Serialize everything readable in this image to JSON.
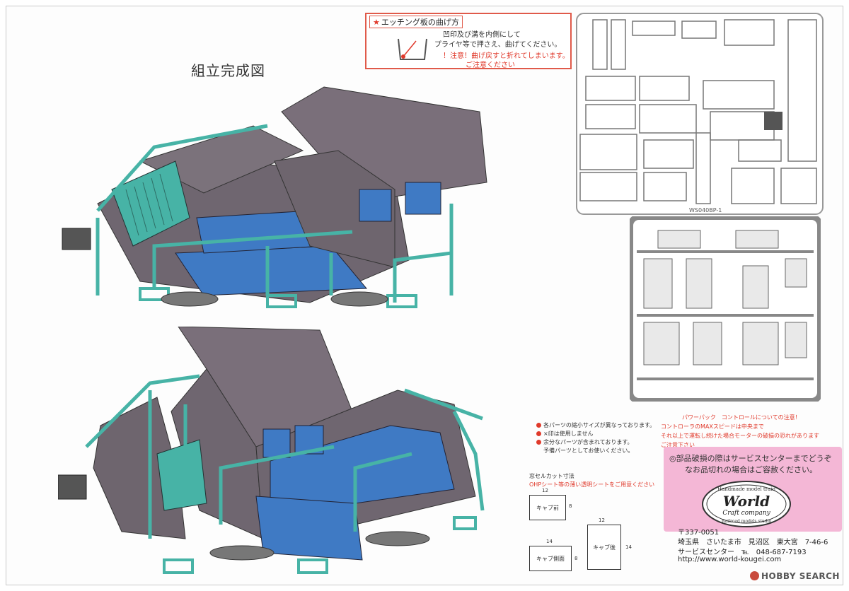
{
  "title": "組立完成図",
  "etching_note": {
    "heading": "エッチング板の曲げ方",
    "line1": "凹印及び溝を内側にして",
    "line2": "プライヤ等で押さえ、曲げてください。",
    "line3": "！注意！曲げ戻すと折れてしまいます。",
    "line4": "ご注意ください"
  },
  "part_notes": [
    "各パーツの縮小サイズが異なっております。",
    "×印は使用しません",
    "余分なパーツが含まれております。",
    "予備パーツとしてお使いください。"
  ],
  "power_pack_note": {
    "title": "パワーパック　コントロールについての注意！",
    "line1": "コントローラのMAXスピードは中央まで",
    "line2": "それ以上で運転し続けた場合モーターの破損の恐れがあります",
    "line3": "ご注意下さい"
  },
  "cut_sizes": {
    "heading": "窓セルカット寸法",
    "subheading": "OHPシート等の薄い透明シートをご用意ください",
    "cab_front": {
      "label": "キャブ前",
      "w": "12",
      "h": "8"
    },
    "cab_side": {
      "label": "キャブ側面",
      "w": "14",
      "h": "8"
    },
    "cab_rear": {
      "label": "キャブ後",
      "w": "12",
      "h": "14"
    }
  },
  "service": {
    "line1": "◎部品破損の際はサービスセンターまでどうぞ",
    "line2": "なお品切れの場合はご容赦ください。",
    "logo_top": "Handmade model train",
    "logo_main": "World",
    "logo_sub": "Craft company",
    "logo_bottom": "Railroad models studio",
    "postal": "〒337-0051",
    "address": "埼玉県　さいたま市　見沼区　東大宮　7-46-6",
    "center": "サービスセンター　℡　048-687-7193",
    "url": "http://www.world-kougei.com"
  },
  "watermark": "HOBBY SEARCH",
  "fret_code": "WS040BP-1",
  "colors": {
    "cab": "#7a6f7a",
    "teal": "#47b3a6",
    "blue": "#3f7ac4",
    "red": "#e0392b",
    "pink": "#f4b7d6"
  }
}
